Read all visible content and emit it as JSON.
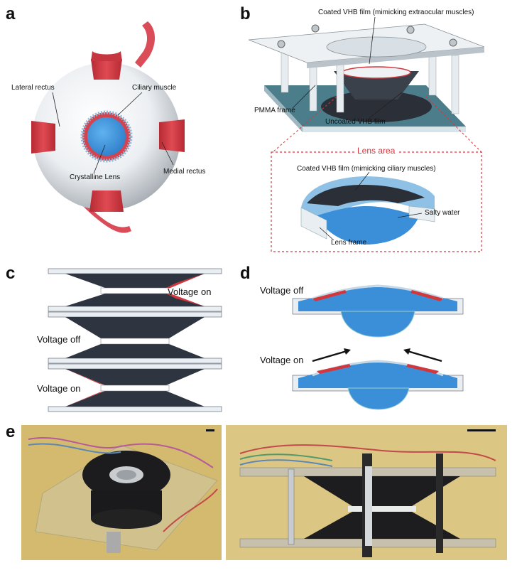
{
  "panels": {
    "a": {
      "letter": "a",
      "labels": {
        "lateral_rectus": "Lateral rectus",
        "ciliary_muscle": "Ciliary muscle",
        "crystalline_lens": "Crystalline Lens",
        "medial_rectus": "Medial rectus"
      }
    },
    "b": {
      "letter": "b",
      "labels": {
        "coated_vhb_extraocular": "Coated VHB film (mimicking extraocular muscles)",
        "pmma_frame": "PMMA frame",
        "uncoated_vhb": "Uncoated VHB film",
        "lens_area": "Lens area",
        "coated_vhb_ciliary": "Coated VHB film (mimicking ciliary muscles)",
        "salty_water": "Salty water",
        "lens_frame": "Lens frame"
      }
    },
    "c": {
      "letter": "c",
      "labels": {
        "voltage_on_top": "Voltage on",
        "voltage_off": "Voltage off",
        "voltage_on_bottom": "Voltage on"
      }
    },
    "d": {
      "letter": "d",
      "labels": {
        "voltage_off": "Voltage off",
        "voltage_on": "Voltage on"
      }
    },
    "e": {
      "letter": "e"
    }
  },
  "colors": {
    "muscle_red": "#d0383e",
    "lens_blue": "#3a8fd8",
    "film_dark": "#2f3540",
    "frame_gray": "#c9d3d9",
    "photo_bg": "#d8c07a"
  },
  "icons": {
    "arrow": "arrow-icon",
    "scale_bar": "scale-bar-icon"
  }
}
